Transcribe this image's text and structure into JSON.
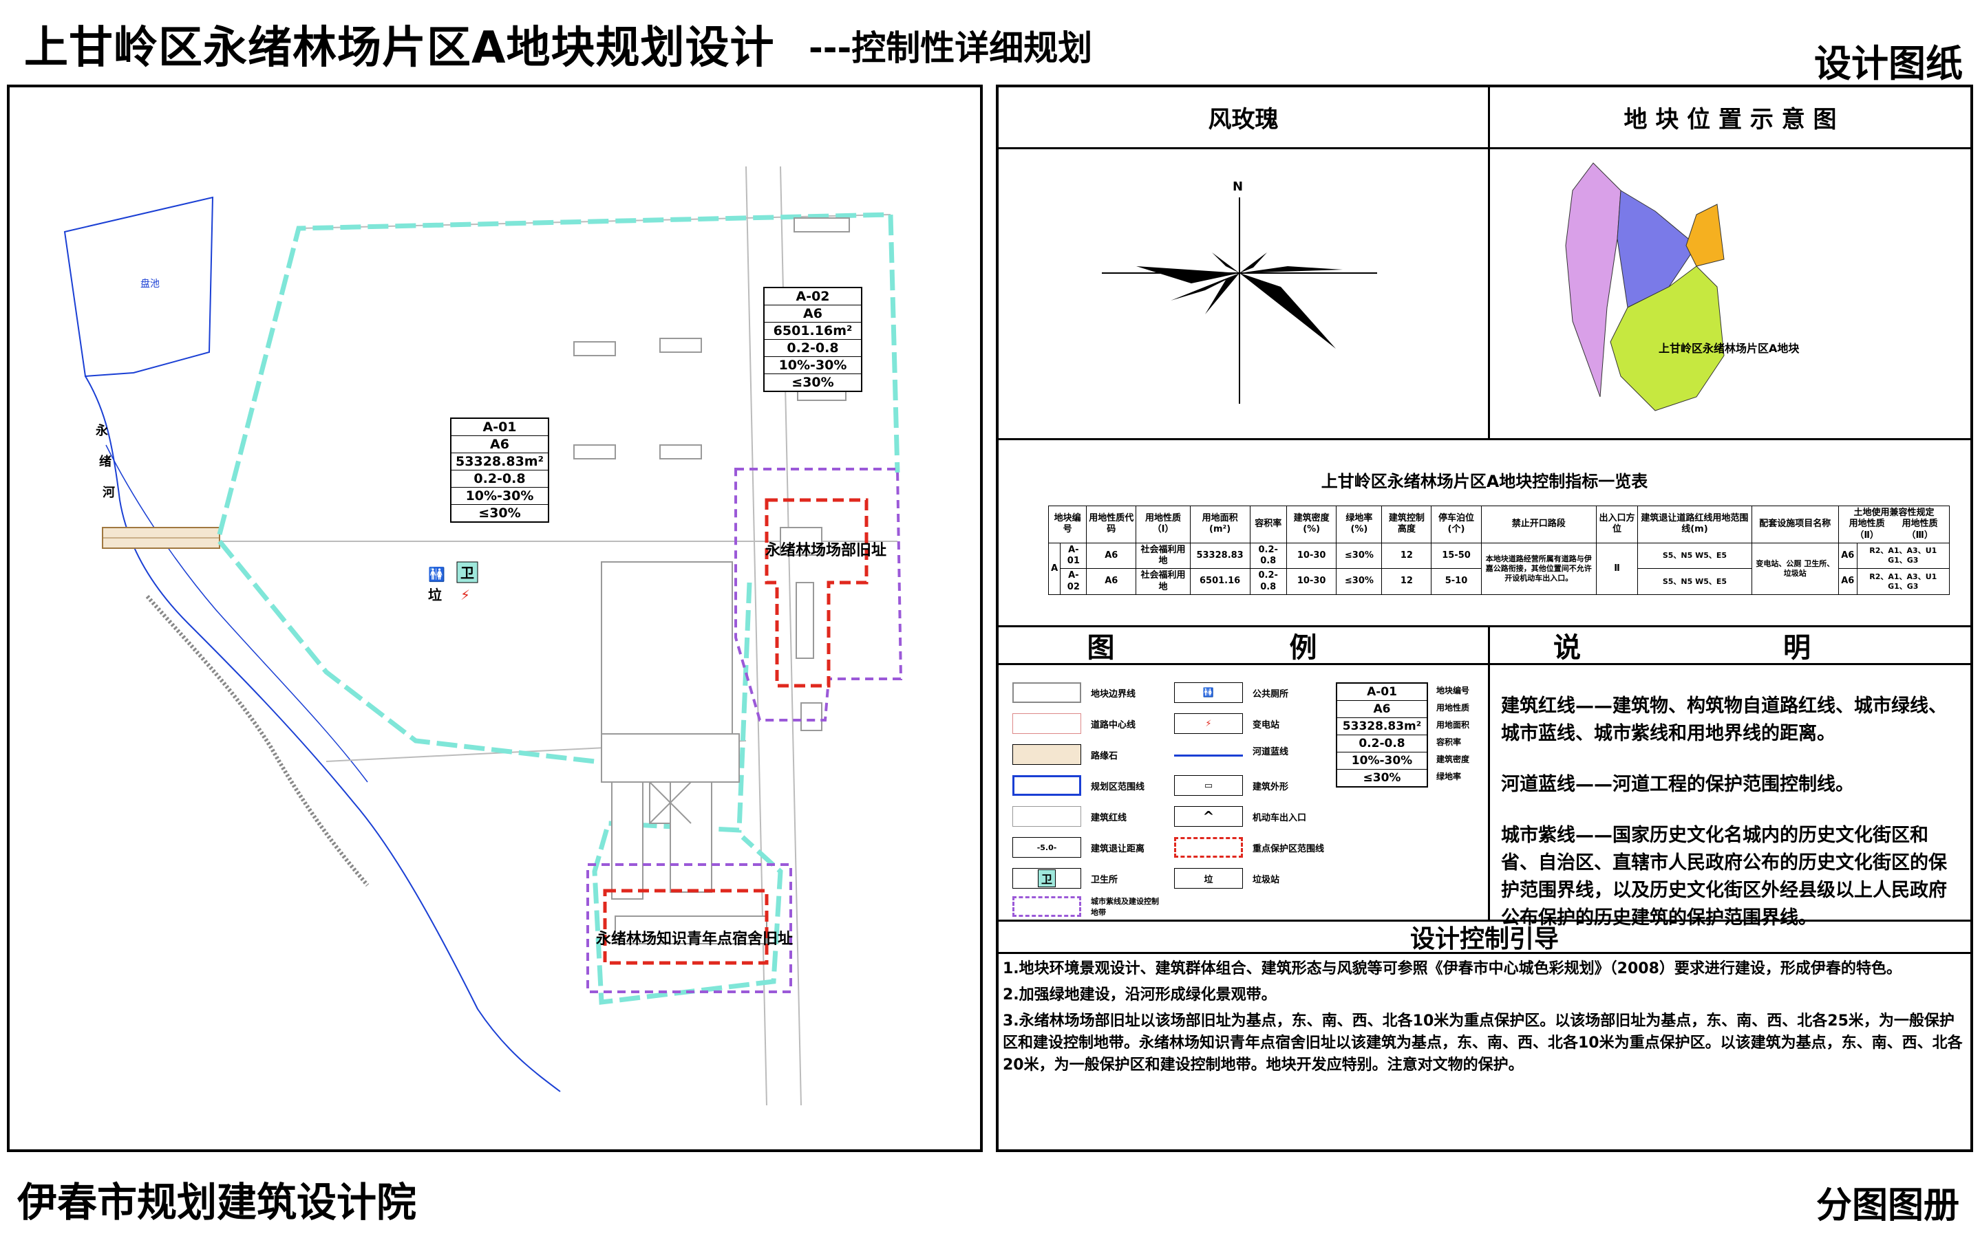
{
  "header": {
    "title": "上甘岭区永绪林场片区A地块规划设计",
    "subtitle": "---控制性详细规划",
    "sheet_type": "设计图纸"
  },
  "footer": {
    "institute": "伊春市规划建筑设计院",
    "book": "分图图册"
  },
  "map": {
    "pond_label": "盘池",
    "river_label": [
      "永",
      "绪",
      "河"
    ],
    "site_old_office": "永绪林场场部旧址",
    "site_dorm": "永绪林场知识青年点宿舍旧址",
    "blocks": [
      {
        "id": "A-01",
        "use": "A6",
        "area": "53328.83m²",
        "far": "0.2-0.8",
        "density": "10%-30%",
        "green": "≤30%"
      },
      {
        "id": "A-02",
        "use": "A6",
        "area": "6501.16m²",
        "far": "0.2-0.8",
        "density": "10%-30%",
        "green": "≤30%"
      }
    ],
    "icons": {
      "clinic": "卫",
      "garbage": "垃"
    }
  },
  "wind_rose": {
    "title": "风玫瑰",
    "north": "N"
  },
  "location": {
    "title": "地 块 位 置 示 意 图",
    "caption": "上甘岭区永绪林场片区A地块"
  },
  "control_table": {
    "title": "上甘岭区永绪林场片区A地块控制指标一览表",
    "headers": [
      "地块编号",
      "用地性质代码",
      "用地性质（Ⅰ）",
      "用地面积(m²)",
      "容积率",
      "建筑密度(%)",
      "绿地率(%)",
      "建筑控制高度",
      "停车泊位(个)",
      "禁止开口路段",
      "出入口方位",
      "建筑退让道路红线用地范围线(m)",
      "配套设施项目名称",
      "土地使用兼容性规定"
    ],
    "compat_sub": [
      "用地性质（Ⅱ）",
      "用地性质（Ⅲ）"
    ],
    "group": "A",
    "rows": [
      {
        "id": "A-01",
        "code": "A6",
        "use": "社会福利用地",
        "area": "53328.83",
        "far": "0.2-0.8",
        "density": "10-30",
        "green": "≤30%",
        "height": "12",
        "parking": "15-50",
        "setback": "S5、N5 W5、E5",
        "facilities": "变电站、公厕 卫生所、垃圾站",
        "compat2": "A6",
        "compat3": "R2、A1、A3、U1 G1、G3"
      },
      {
        "id": "A-02",
        "code": "A6",
        "use": "社会福利用地",
        "area": "6501.16",
        "far": "0.2-0.8",
        "density": "10-30",
        "green": "≤30%",
        "height": "12",
        "parking": "5-10",
        "setback": "S5、N5 W5、E5",
        "facilities": "",
        "compat2": "A6",
        "compat3": "R2、A1、A3、U1 G1、G3"
      }
    ],
    "no_open_note": "本地块道路经营所属有道路与伊嘉公路衔接，其他位置间不允许开设机动车出入口。",
    "entry_dir": "Ⅱ"
  },
  "legend": {
    "title": "图 例",
    "items_left": [
      "地块边界线",
      "道路中心线",
      "路缘石",
      "规划区范围线",
      "建筑红线",
      "建筑退让距离",
      "卫生所",
      "城市紫线及建设控制地带"
    ],
    "items_mid": [
      "公共厕所",
      "变电站",
      "河道蓝线",
      "建筑外形",
      "机动车出入口",
      "重点保护区范围线",
      "垃圾站"
    ],
    "sample_block": {
      "id": "A-01",
      "use": "A6",
      "area": "53328.83m²",
      "far": "0.2-0.8",
      "density": "10%-30%",
      "green": "≤30%"
    },
    "sample_labels": [
      "地块编号",
      "用地性质",
      "用地面积",
      "容积率",
      "建筑密度",
      "绿地率"
    ],
    "setback_sample": "-5.0-"
  },
  "description": {
    "title": "说 明",
    "paragraphs": [
      "建筑红线——建筑物、构筑物自道路红线、城市绿线、城市蓝线、城市紫线和用地界线的距离。",
      "河道蓝线——河道工程的保护范围控制线。",
      "城市紫线——国家历史文化名城内的历史文化街区和省、自治区、直辖市人民政府公布的历史文化街区的保护范围界线，以及历史文化街区外经县级以上人民政府公布保护的历史建筑的保护范围界线。"
    ]
  },
  "guide": {
    "title": "设计控制引导",
    "items": [
      "1.地块环境景观设计、建筑群体组合、建筑形态与风貌等可参照《伊春市中心城色彩规划》（2008）要求进行建设，形成伊春的特色。",
      "2.加强绿地建设，沿河形成绿化景观带。",
      "3.永绪林场场部旧址以该场部旧址为基点，东、南、西、北各10米为重点保护区。以该场部旧址为基点，东、南、西、北各25米，为一般保护区和建设控制地带。永绪林场知识青年点宿舍旧址以该建筑为基点，东、南、西、北各10米为重点保护区。以该建筑为基点，东、南、西、北各20米，为一般保护区和建设控制地带。地块开发应特别。注意对文物的保护。"
    ]
  },
  "colors": {
    "boundary": "#7fe6d8",
    "purple_line": "#9b59d8",
    "red_line": "#e0281e",
    "river": "#1a3fd4"
  }
}
